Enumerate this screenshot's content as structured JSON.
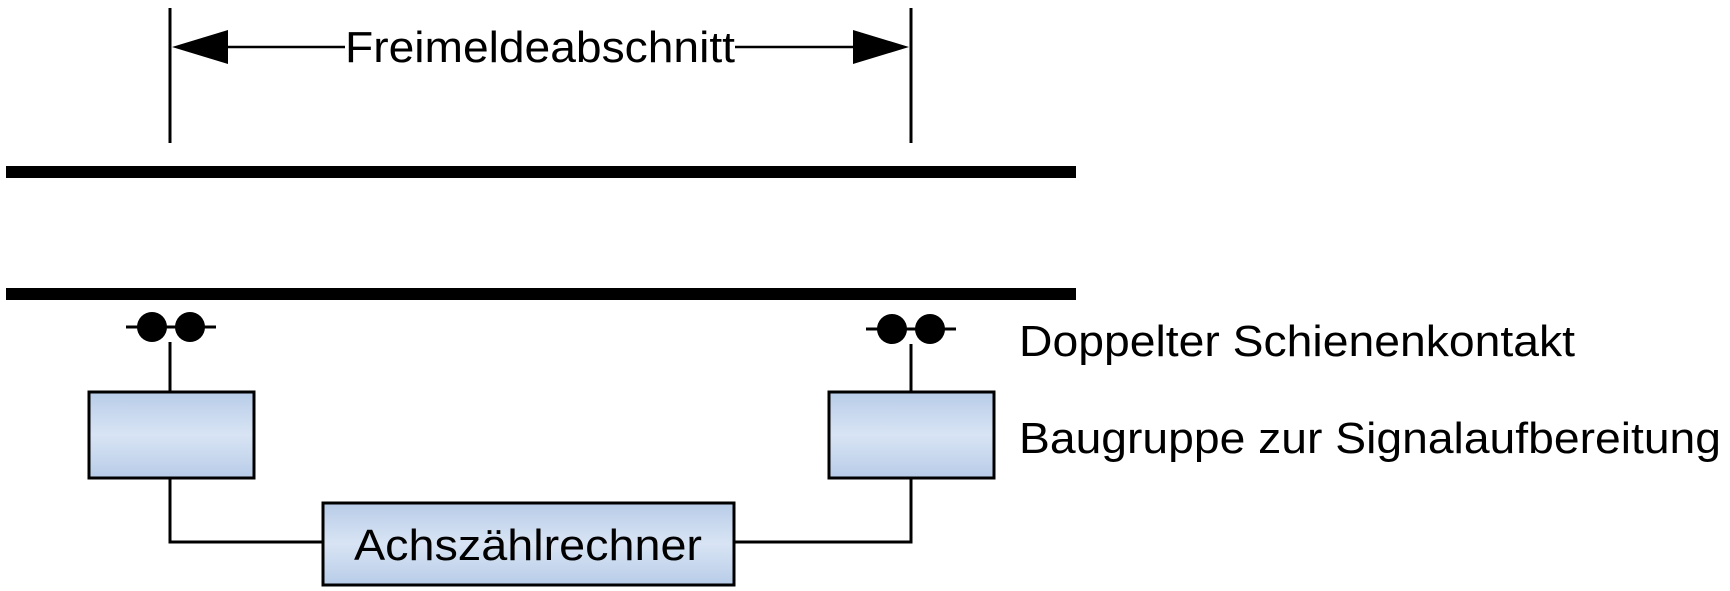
{
  "diagram": {
    "section_label": "Freimeldeabschnitt",
    "legend": {
      "rail_contact": "Doppelter Schienenkontakt",
      "signal_module": "Baugruppe zur Signalaufbereitung"
    },
    "computer_label": "Achszählrechner"
  },
  "colors": {
    "line": "#000000",
    "box_fill_top": "#b8cce8",
    "box_fill_mid": "#d8e4f4",
    "box_stroke": "#000000"
  }
}
